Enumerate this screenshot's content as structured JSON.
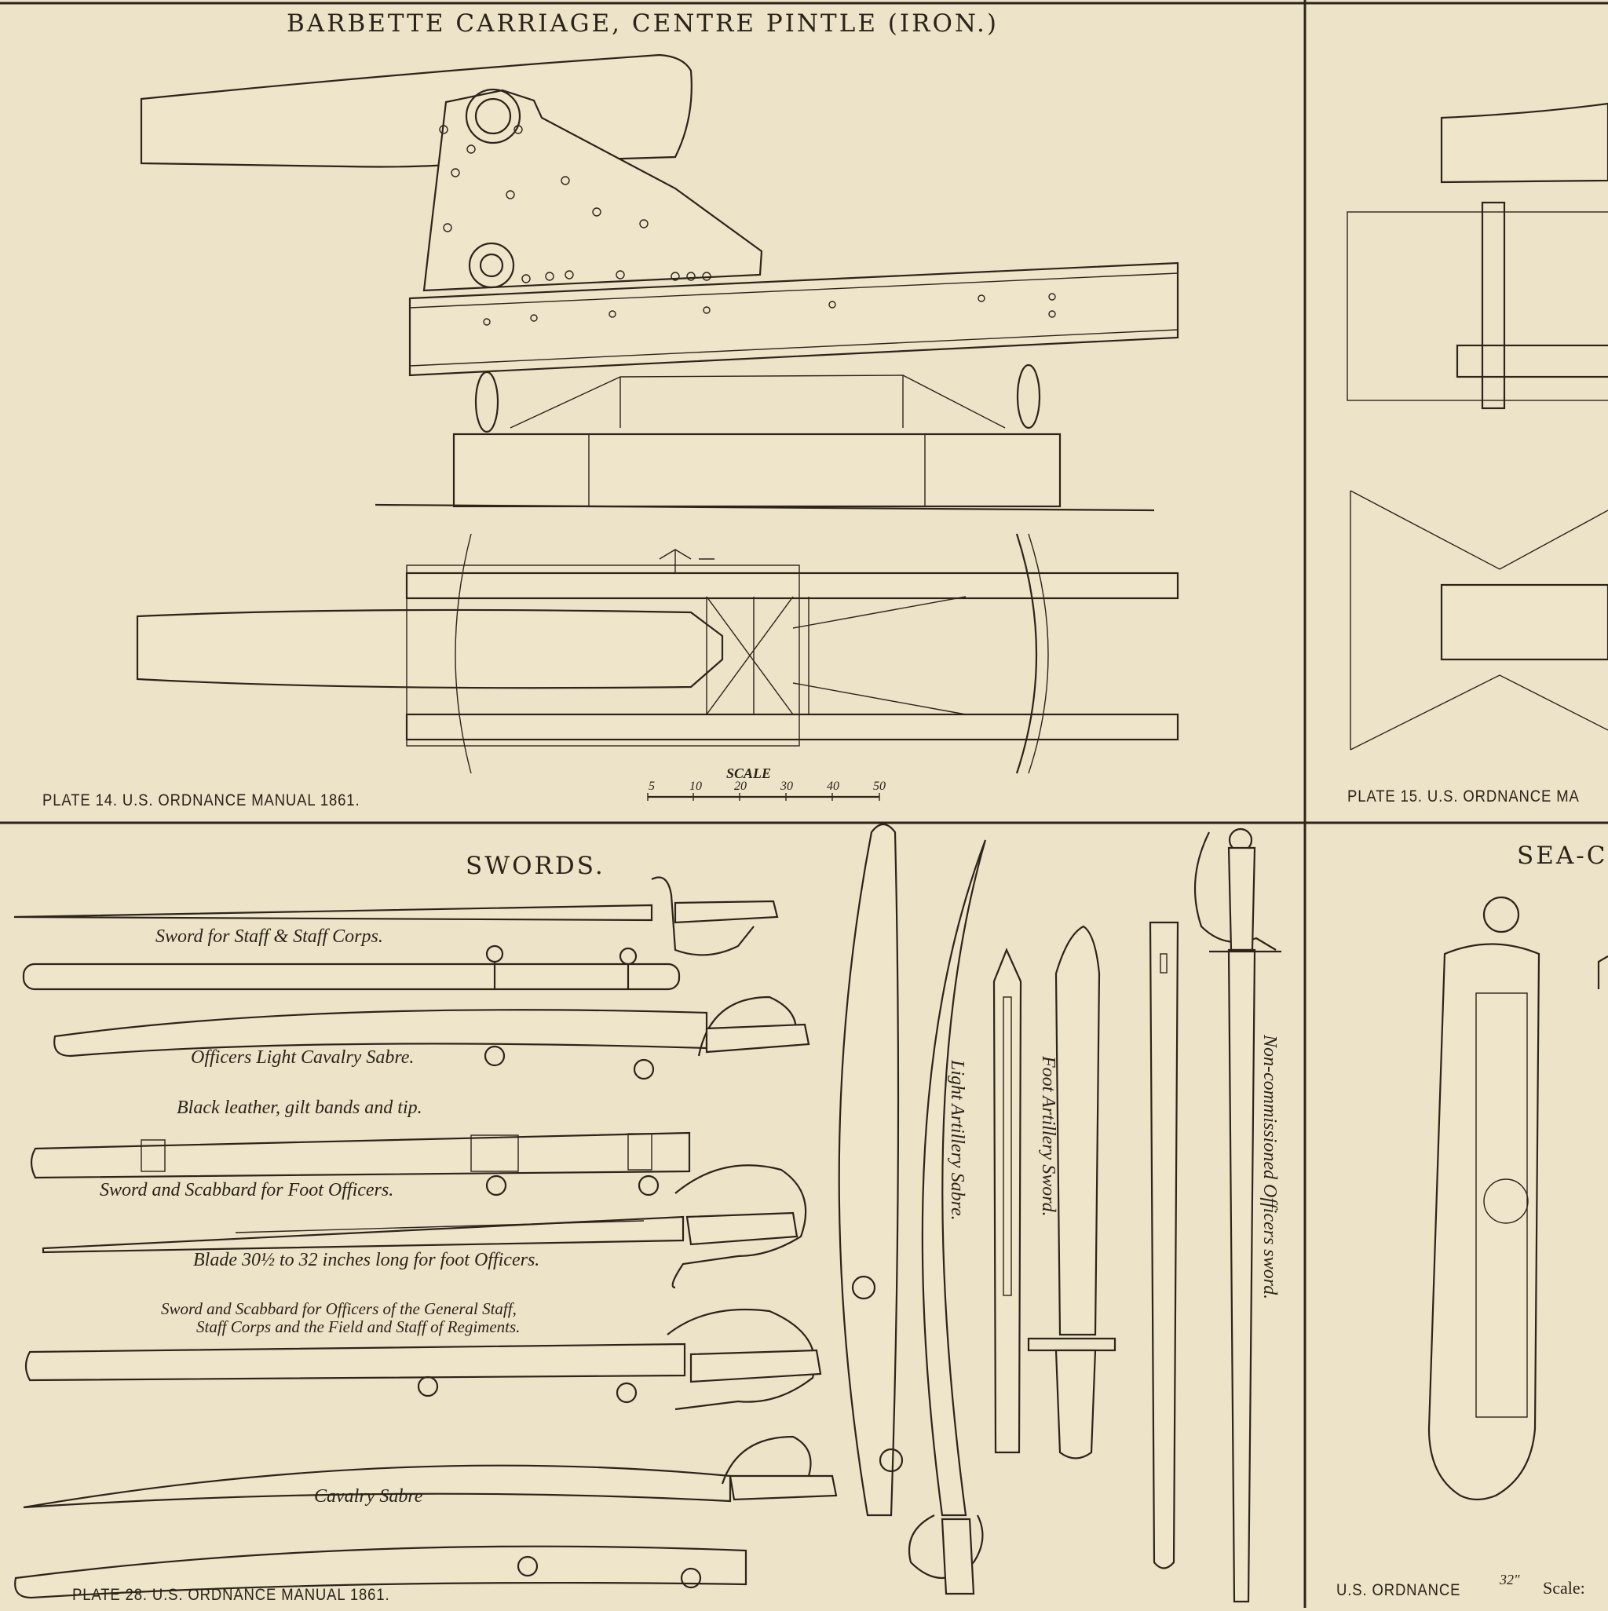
{
  "panels": {
    "barbette": {
      "title": "BARBETTE CARRIAGE, CENTRE PINTLE (IRON.)",
      "plate": "PLATE 14. U.S. ORDNANCE MANUAL 1861.",
      "scale_label": "SCALE",
      "scale_ticks": [
        "5",
        "10",
        "20",
        "30",
        "40",
        "50"
      ]
    },
    "plate15": {
      "plate": "PLATE 15. U.S. ORDNANCE MA"
    },
    "swords": {
      "title": "SWORDS.",
      "plate": "PLATE 28. U.S. ORDNANCE MANUAL 1861.",
      "captions": {
        "staff_sword": "Sword for Staff & Staff Corps.",
        "light_cavalry": "Officers Light Cavalry Sabre.",
        "black_leather": "Black leather, gilt bands and tip.",
        "foot_officers": "Sword and Scabbard for Foot Officers.",
        "blade_length": "Blade 30½ to 32 inches long for foot Officers.",
        "general_staff_1": "Sword and Scabbard for Officers of the General Staff,",
        "general_staff_2": "Staff Corps and the Field and Staff of Regiments.",
        "cavalry_sabre": "Cavalry Sabre",
        "light_artillery": "Light Artillery Sabre.",
        "foot_artillery": "Foot Artillery Sword.",
        "nco_sword": "Non-commissioned Officers sword."
      }
    },
    "seacoast": {
      "title": "SEA-C",
      "plate": "U.S. ORDNANCE",
      "dimension": "32\"",
      "scale": "Scale:"
    }
  },
  "colors": {
    "paper": "#ede3c8",
    "ink": "#2d241a"
  }
}
